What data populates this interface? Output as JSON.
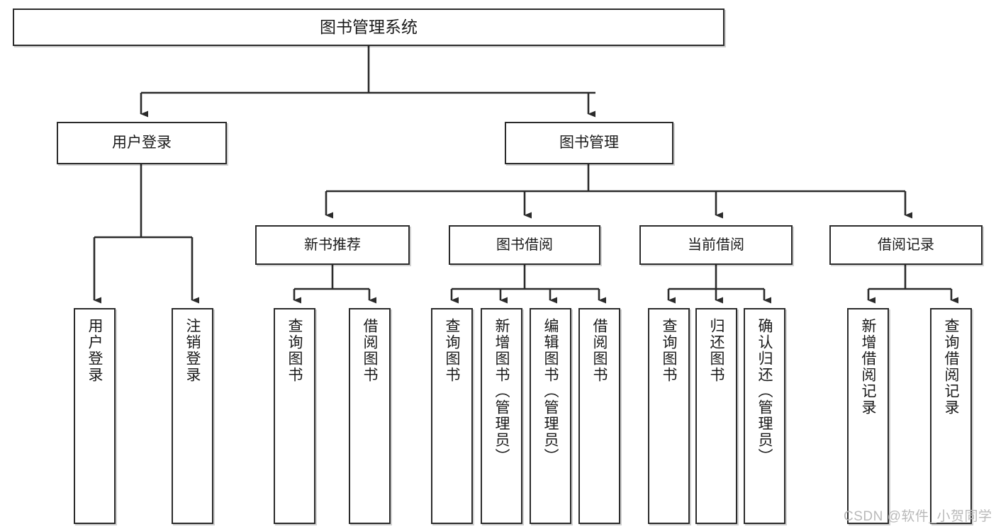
{
  "diagram": {
    "type": "tree",
    "title": "图书管理系统",
    "root": {
      "label": "图书管理系统"
    },
    "level1": [
      {
        "label": "用户登录"
      },
      {
        "label": "图书管理"
      }
    ],
    "level2": [
      {
        "label": "新书推荐"
      },
      {
        "label": "图书借阅"
      },
      {
        "label": "当前借阅"
      },
      {
        "label": "借阅记录"
      }
    ],
    "leaves": {
      "user_login": [
        {
          "label": "用户登录"
        },
        {
          "label": "注销登录"
        }
      ],
      "new_book_recommend": [
        {
          "label": "查询图书"
        },
        {
          "label": "借阅图书"
        }
      ],
      "book_borrow": [
        {
          "label": "查询图书"
        },
        {
          "label": "新增图书（管理员）"
        },
        {
          "label": "编辑图书（管理员）"
        },
        {
          "label": "借阅图书"
        }
      ],
      "current_borrow": [
        {
          "label": "查询图书"
        },
        {
          "label": "归还图书"
        },
        {
          "label": "确认归还（管理员）"
        }
      ],
      "borrow_records": [
        {
          "label": "新增借阅记录"
        },
        {
          "label": "查询借阅记录"
        }
      ]
    }
  },
  "watermark": {
    "text": "CSDN @软件_小贺同学"
  },
  "colors": {
    "border": "#2b2b2b",
    "background": "#ffffff",
    "text": "#1a1a1a",
    "watermark": "#b9b9b9"
  }
}
